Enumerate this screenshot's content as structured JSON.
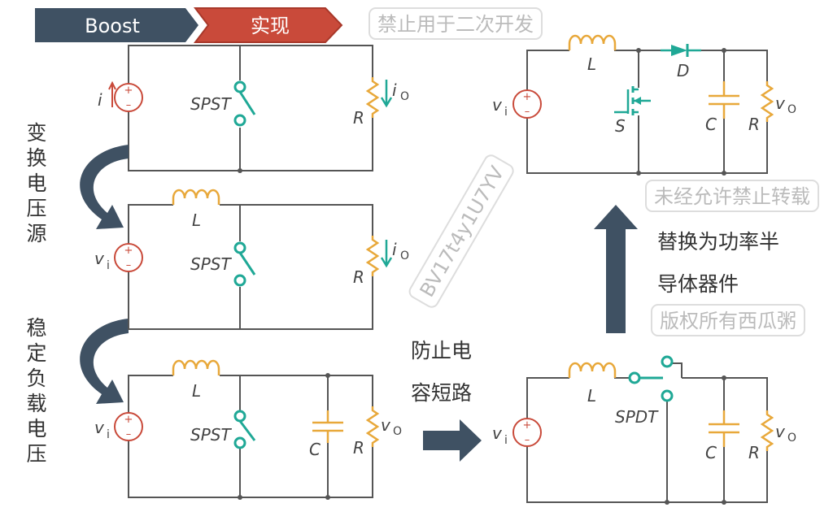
{
  "header": {
    "step1": "Boost",
    "step2": "实现"
  },
  "side_labels": {
    "convert_source": [
      "变",
      "换",
      "电",
      "压",
      "源"
    ],
    "stabilize_load": [
      "稳",
      "定",
      "负",
      "载",
      "电",
      "压"
    ]
  },
  "annotations": {
    "prevent_short": [
      "防止电",
      "容短路"
    ],
    "replace": [
      "替换为功率半",
      "导体器件"
    ]
  },
  "components": {
    "inductor": "L",
    "switch_spst": "SPST",
    "switch_spdt": "SPDT",
    "resistor": "R",
    "capacitor": "C",
    "diode": "D",
    "mosfet": "S",
    "source": "v",
    "source_sub": "i",
    "current_in": "i",
    "output_current": "i",
    "output_current_sub": "O",
    "output_voltage": "v",
    "output_voltage_sub": "O"
  },
  "colors": {
    "dark": "#3f5163",
    "accent": "#c94a3a",
    "switch": "#1fa896",
    "passive": "#e8a83a"
  },
  "watermarks": [
    "禁止用于二次开发",
    "未经允许禁止转载",
    "版权所有西瓜粥",
    "BV17t4y1U7YV"
  ]
}
